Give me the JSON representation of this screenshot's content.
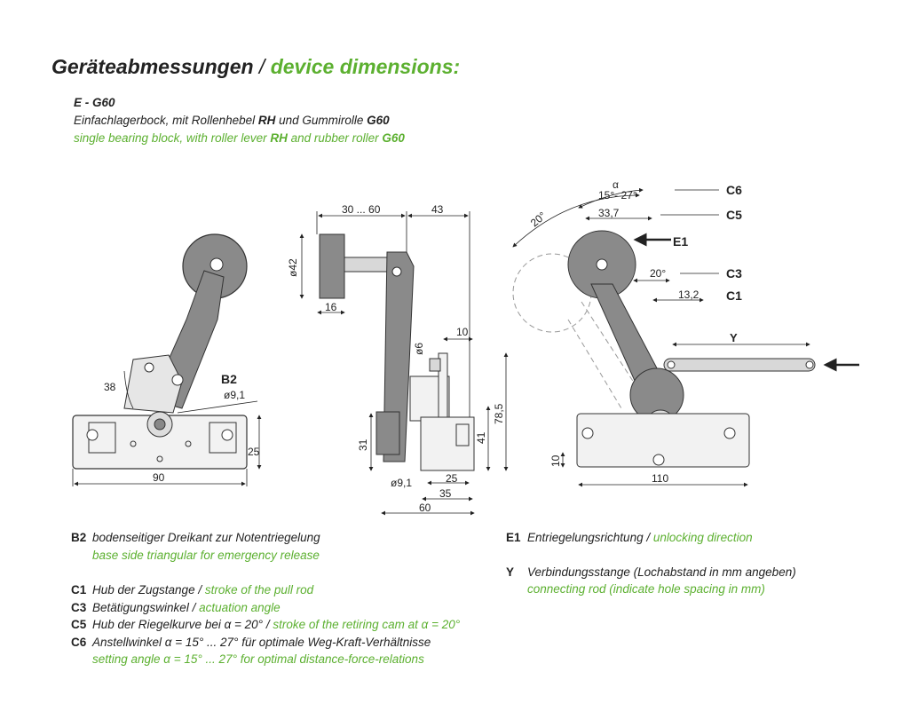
{
  "header": {
    "title_de": "Geräteabmessungen",
    "title_sep": " / ",
    "title_en": "device dimensions:"
  },
  "product": {
    "model": "E - G60",
    "desc_de_pre": "Einfachlagerbock, mit Rollenhebel ",
    "desc_de_b1": "RH",
    "desc_de_mid": " und Gummirolle ",
    "desc_de_b2": "G60",
    "desc_en_pre": "single bearing block, with roller lever ",
    "desc_en_b1": "RH",
    "desc_en_mid": " and rubber roller ",
    "desc_en_b2": "G60"
  },
  "drawing": {
    "view1": {
      "b2": "B2",
      "d91": "ø9,1",
      "d38": "38",
      "d25": "25",
      "d90": "90"
    },
    "view2": {
      "d30_60": "30 ... 60",
      "d43": "43",
      "d42": "ø42",
      "d16": "16",
      "d10": "10",
      "d6": "ø6",
      "d785": "78,5",
      "d41": "41",
      "d31": "31",
      "d91": "ø9,1",
      "d25": "25",
      "d35": "35",
      "d60": "60"
    },
    "view3": {
      "alpha": "α",
      "range": "15°- 27°",
      "d337": "33,7",
      "d20deg": "20°",
      "d20b": "20°",
      "d132": "13,2",
      "c6": "C6",
      "c5": "C5",
      "c3": "C3",
      "c1": "C1",
      "e1": "E1",
      "y": "Y",
      "d10": "10",
      "d110": "110"
    }
  },
  "legend_left": [
    {
      "key": "B2",
      "de": "bodenseitiger Dreikant zur Notentriegelung",
      "sep": "",
      "en": ""
    },
    {
      "key": "",
      "de": "",
      "sep": "",
      "en": "base side triangular for emergency release"
    },
    {
      "key": "C1",
      "de": "Hub der Zugstange",
      "sep": " / ",
      "en": "stroke of the pull rod"
    },
    {
      "key": "C3",
      "de": "Betätigungswinkel",
      "sep": " / ",
      "en": "actuation angle"
    },
    {
      "key": "C5",
      "de": "Hub der Riegelkurve bei α = 20°",
      "sep": " / ",
      "en": "stroke of the retiring cam at α = 20°"
    },
    {
      "key": "C6",
      "de": "Anstellwinkel α = 15° ... 27° für optimale Weg-Kraft-Verhältnisse",
      "sep": "",
      "en": ""
    },
    {
      "key": "",
      "de": "",
      "sep": "",
      "en": "setting angle α = 15° ... 27° for optimal distance-force-relations"
    }
  ],
  "legend_right": [
    {
      "key": "E1",
      "de": "Entriegelungsrichtung",
      "sep": " / ",
      "en": "unlocking direction"
    },
    {
      "key": "Y",
      "de": "Verbindungsstange (Lochabstand in mm angeben)",
      "sep": "",
      "en": ""
    },
    {
      "key": "",
      "de": "",
      "sep": "",
      "en": "connecting rod (indicate hole spacing in mm)"
    }
  ],
  "colors": {
    "accent": "#5cb030",
    "part": "#8a8a8a",
    "part_light": "#c8c8c8",
    "text": "#222222"
  }
}
